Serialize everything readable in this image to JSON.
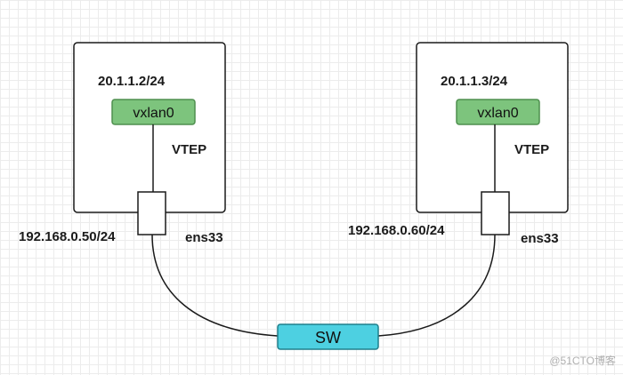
{
  "hosts": [
    {
      "inner_ip": "20.1.1.2/24",
      "vxlan_label": "vxlan0",
      "vtep_label": "VTEP",
      "outer_ip": "192.168.0.50/24",
      "nic_label": "ens33"
    },
    {
      "inner_ip": "20.1.1.3/24",
      "vxlan_label": "vxlan0",
      "vtep_label": "VTEP",
      "outer_ip": "192.168.0.60/24",
      "nic_label": "ens33"
    }
  ],
  "switch": {
    "label": "SW"
  },
  "watermark": "@51CTO博客",
  "colors": {
    "vxlan_fill": "#7dc47d",
    "vxlan_stroke": "#4e8f4e",
    "switch_fill": "#4dd0e1",
    "switch_stroke": "#1f7f8c",
    "line": "#1a1a1a"
  }
}
